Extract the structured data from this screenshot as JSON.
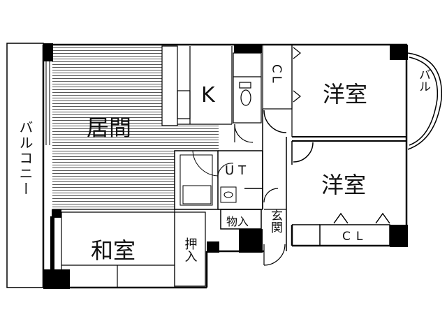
{
  "floorplan": {
    "rooms": {
      "balcony_left": "バルコニー",
      "living": "居間",
      "kitchen": "K",
      "closet_top": "CL",
      "bedroom_top": "洋室",
      "balcony_right": "バル",
      "utility": "UT",
      "bedroom_right": "洋室",
      "japanese_room": "和室",
      "oshiire": "押入",
      "storage": "物入",
      "entrance": "玄関",
      "closet_bottom": "CL"
    }
  }
}
